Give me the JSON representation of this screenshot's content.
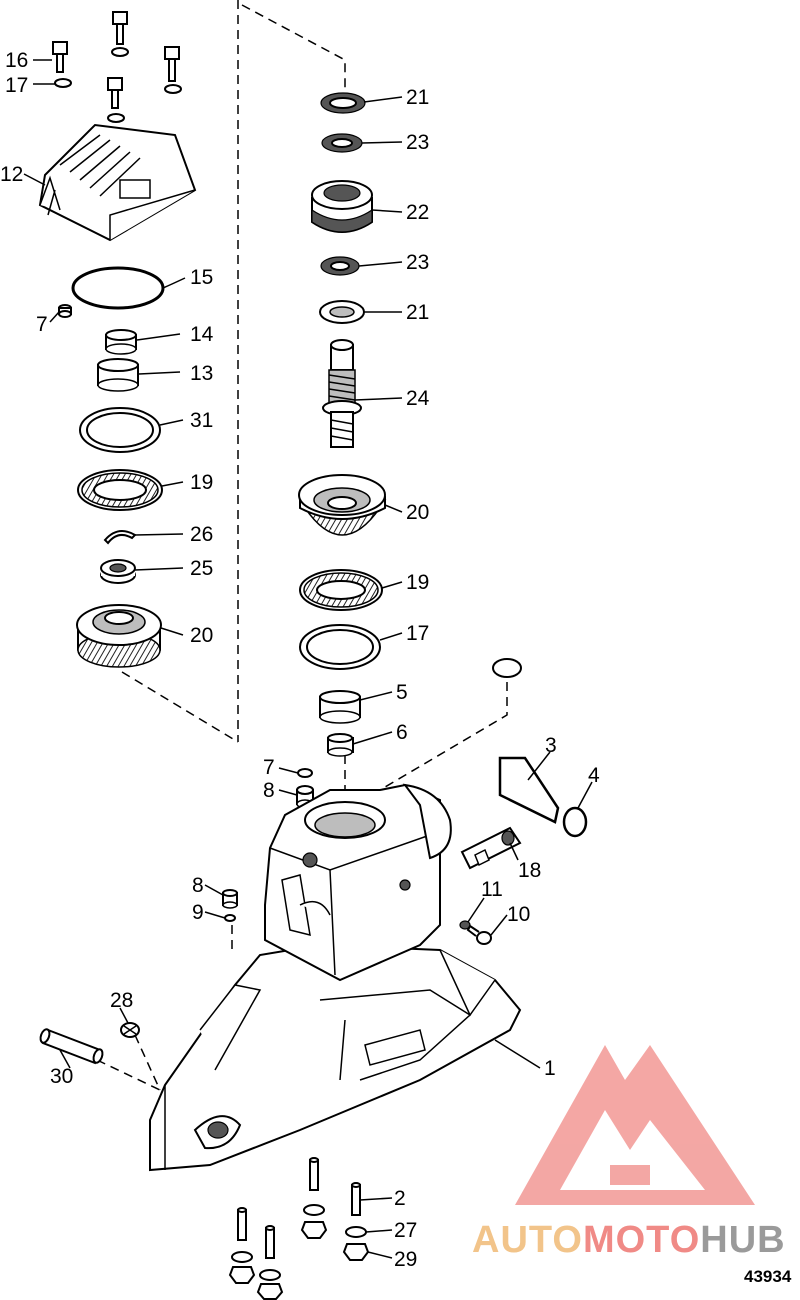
{
  "callouts": {
    "c16": "16",
    "c17a": "17",
    "c12": "12",
    "c15": "15",
    "c7a": "7",
    "c14": "14",
    "c13": "13",
    "c31": "31",
    "c19a": "19",
    "c26": "26",
    "c25": "25",
    "c20a": "20",
    "c21a": "21",
    "c23a": "23",
    "c22": "22",
    "c23b": "23",
    "c21b": "21",
    "c24": "24",
    "c20b": "20",
    "c19b": "19",
    "c17b": "17",
    "c5": "5",
    "c6": "6",
    "c3": "3",
    "c4": "4",
    "c18": "18",
    "c7b": "7",
    "c8a": "8",
    "c11": "11",
    "c10": "10",
    "c8b": "8",
    "c9": "9",
    "c28": "28",
    "c30": "30",
    "c1": "1",
    "c2": "2",
    "c27": "27",
    "c29": "29"
  },
  "catalog_number": "43934",
  "watermark": {
    "part1": "AUTO",
    "part2": "MOTO",
    "part3": "HUB",
    "colors": {
      "auto": "#f2c48a",
      "moto": "#f08a86",
      "hub": "#9a9a9a",
      "logo": "#f08a86"
    }
  }
}
